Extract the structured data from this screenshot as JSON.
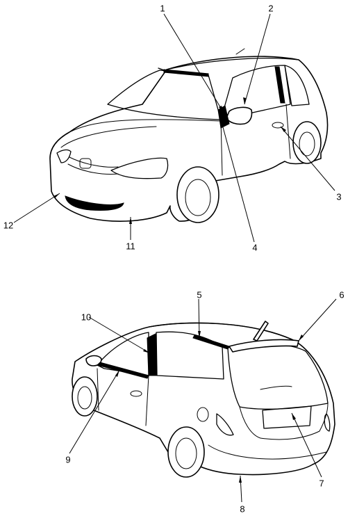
{
  "callouts": [
    {
      "id": "1",
      "text": "1"
    },
    {
      "id": "2",
      "text": "2"
    },
    {
      "id": "3",
      "text": "3"
    },
    {
      "id": "4",
      "text": "4"
    },
    {
      "id": "5",
      "text": "5"
    },
    {
      "id": "6",
      "text": "6"
    },
    {
      "id": "7",
      "text": "7"
    },
    {
      "id": "8",
      "text": "8"
    },
    {
      "id": "9",
      "text": "9"
    },
    {
      "id": "10",
      "text": "10"
    },
    {
      "id": "11",
      "text": "11"
    },
    {
      "id": "12",
      "text": "12"
    }
  ],
  "colors": {
    "line": "#000000",
    "background": "#ffffff"
  },
  "icons": [
    "front-car-illustration",
    "rear-car-illustration"
  ]
}
